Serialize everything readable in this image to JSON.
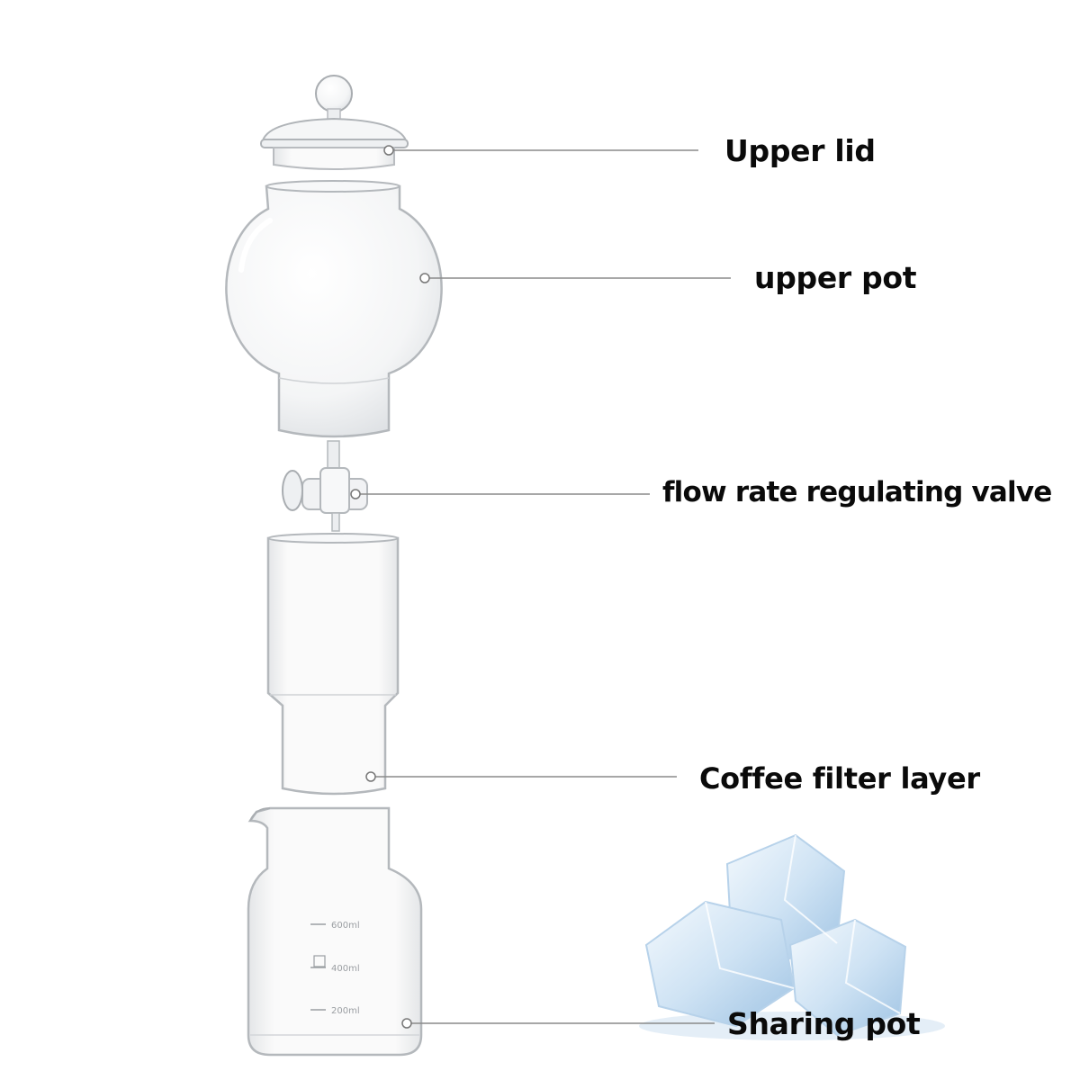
{
  "labels": {
    "upper_lid": "Upper lid",
    "upper_pot": "upper pot",
    "valve": "flow rate regulating valve",
    "filter_layer": "Coffee filter layer",
    "sharing_pot": "Sharing pot"
  },
  "beaker_marks": {
    "top": "600ml",
    "middle": "400ml",
    "bottom": "200ml"
  },
  "colors": {
    "glass_stroke": "#b9bcc0",
    "glass_fill": "#f3f4f5",
    "leader_line": "#8a8a8a",
    "label_text": "#0a0a0a",
    "ice": "#cfe3f4"
  }
}
